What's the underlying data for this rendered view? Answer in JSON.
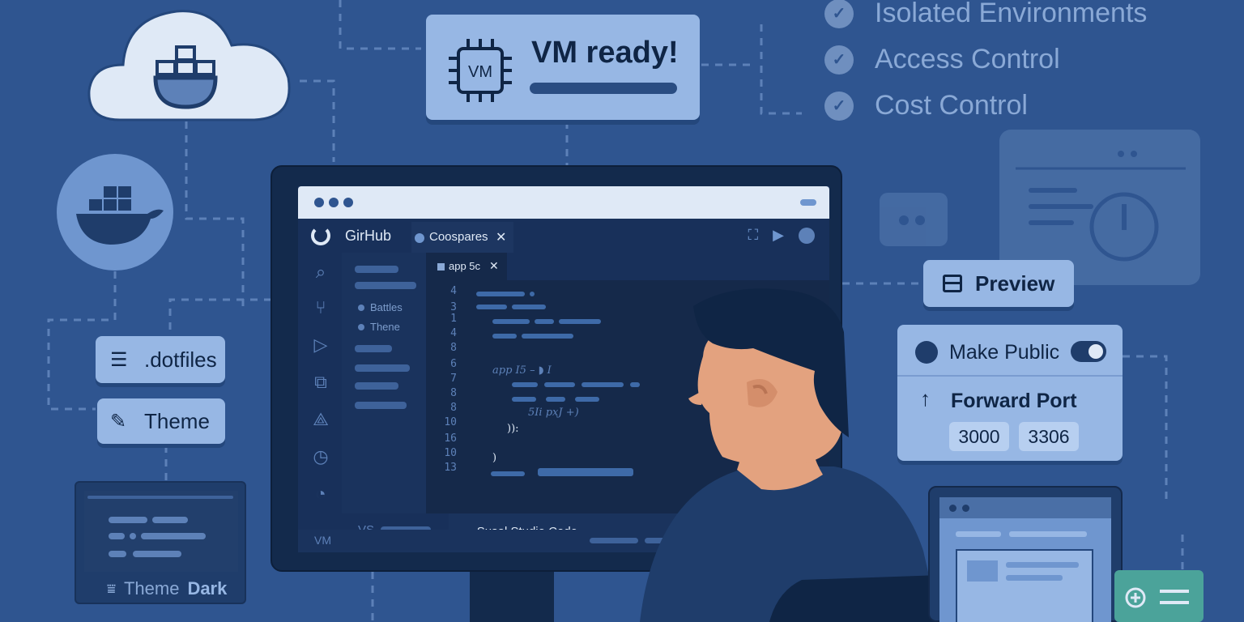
{
  "checklist": [
    {
      "label": "Isolated Environments",
      "icon": "check-circle-icon"
    },
    {
      "label": "Access Control",
      "icon": "check-circle-icon"
    },
    {
      "label": "Cost Control",
      "icon": "check-circle-icon"
    }
  ],
  "vm_card": {
    "title": "VM ready!",
    "chip_label": "VM"
  },
  "side_pills": {
    "dotfiles": ".dotfiles",
    "theme": "Theme"
  },
  "theme_window": {
    "theme_label": "Theme",
    "theme_value": "Dark"
  },
  "ide": {
    "app_name": "GirHub",
    "tab": "Coospares",
    "file_tab": "app 5c",
    "explorer_items": [
      "Battles",
      "Thene"
    ],
    "line_numbers": [
      "4",
      "3",
      "1",
      "4",
      "8",
      "6",
      "7",
      "8",
      "8",
      "10",
      "16",
      "10",
      "13"
    ],
    "code_fragments": [
      "app I5 – ◗ I",
      "5Ii pxJ +)",
      ")):",
      ")"
    ],
    "status_left": "VS",
    "status_main": "Susal Studio Code",
    "bottom_label": "VM"
  },
  "right_panel": {
    "preview": "Preview",
    "make_public": "Make Public",
    "make_public_enabled": true,
    "forward_port": "Forward Port",
    "ports": [
      "3000",
      "3306"
    ]
  },
  "colors": {
    "background": "#2f5590",
    "card": "#97b7e4",
    "accent_dark": "#1f3d6b",
    "teal": "#4ba39a"
  }
}
